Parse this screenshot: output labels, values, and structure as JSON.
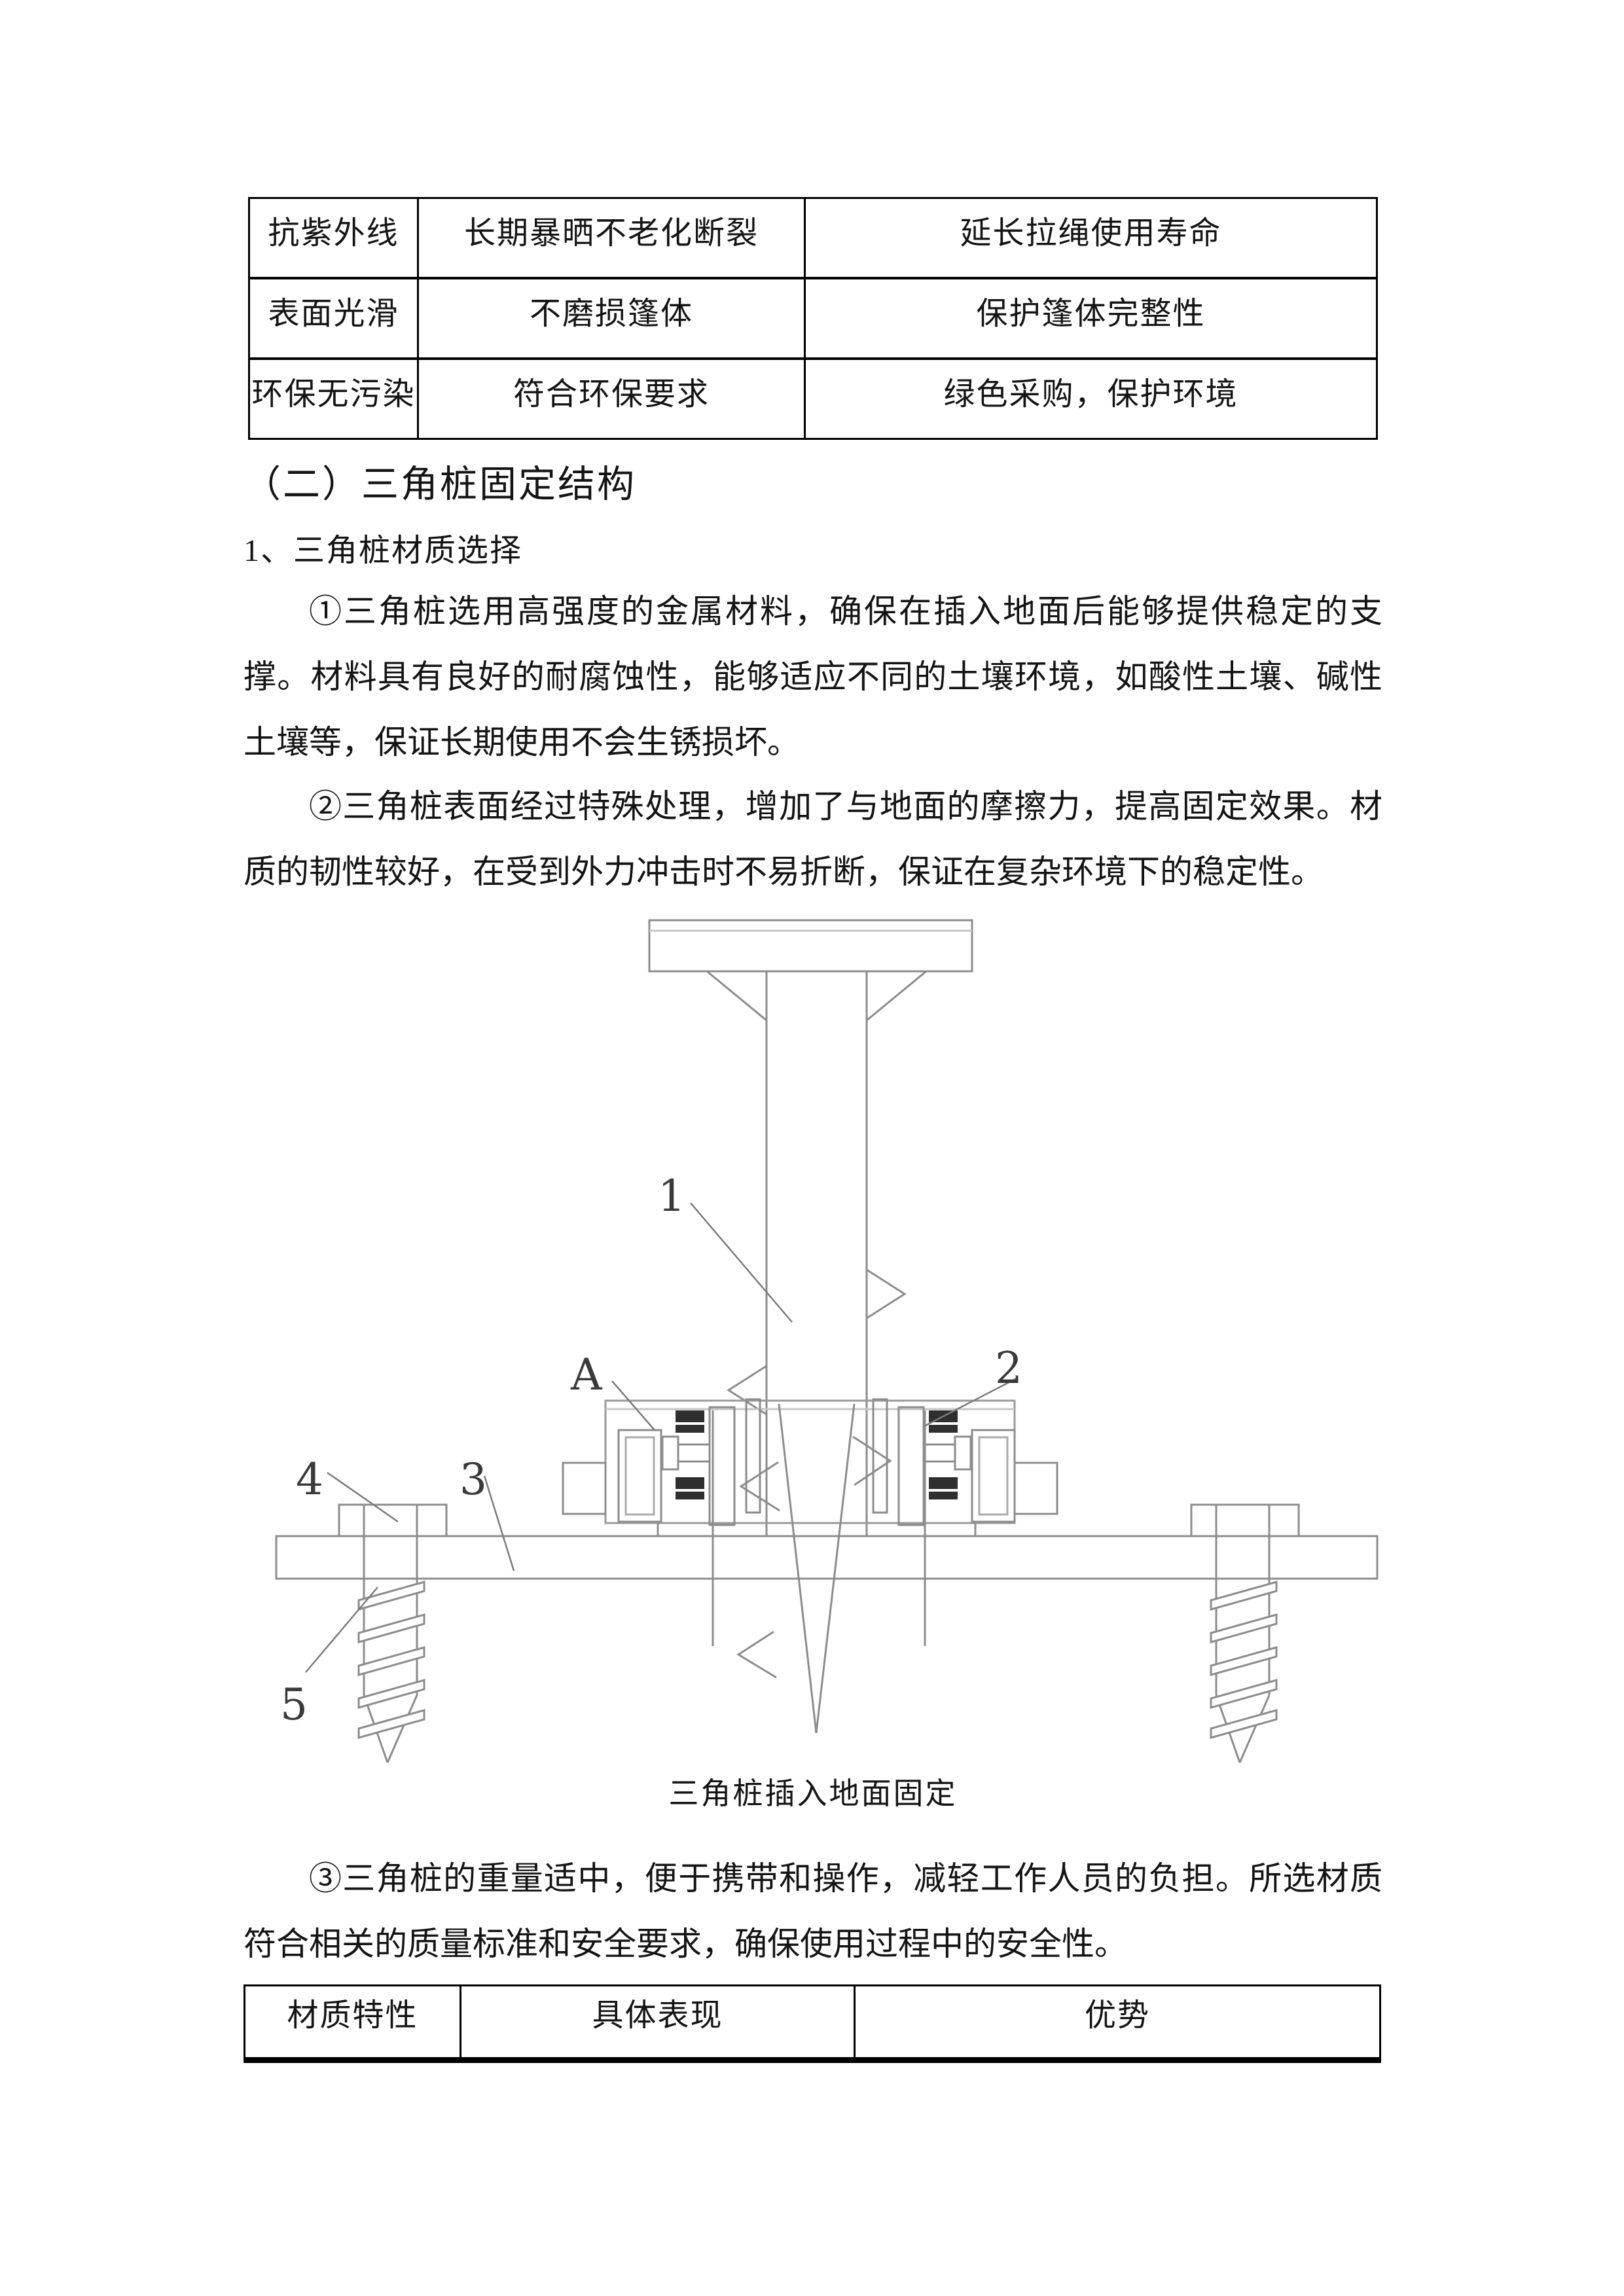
{
  "document": {
    "table_properties": {
      "rows": [
        [
          "抗紫外线",
          "长期暴晒不老化断裂",
          "延长拉绳使用寿命"
        ],
        [
          "表面光滑",
          "不磨损篷体",
          "保护篷体完整性"
        ],
        [
          "环保无污染",
          "符合环保要求",
          "绿色采购，保护环境"
        ]
      ]
    },
    "section_heading": "（二）三角桩固定结构",
    "subsection_heading": "1、三角桩材质选择",
    "paragraphs": {
      "p1": {
        "lines": [
          "①三角桩选用高强度的金属材料，确保在插入地面后能够提供稳定的支",
          "撑。材料具有良好的耐腐蚀性，能够适应不同的土壤环境，如酸性土壤、碱性",
          "土壤等，保证长期使用不会生锈损坏。"
        ]
      },
      "p2": {
        "lines": [
          "②三角桩表面经过特殊处理，增加了与地面的摩擦力，提高固定效果。材",
          "质的韧性较好，在受到外力冲击时不易折断，保证在复杂环境下的稳定性。"
        ]
      },
      "p3": {
        "lines": [
          "③三角桩的重量适中，便于携带和操作，减轻工作人员的负担。所选材质",
          "符合相关的质量标准和安全要求，确保使用过程中的安全性。"
        ]
      }
    },
    "figure": {
      "caption": "三角桩插入地面固定",
      "labels": {
        "part1": "1",
        "partA": "A",
        "part2": "2",
        "part3": "3",
        "part4": "4",
        "part5": "5"
      }
    },
    "table_material": {
      "headers": [
        "材质特性",
        "具体表现",
        "优势"
      ]
    }
  },
  "colors": {
    "text": "#141414",
    "table_border": "#000000",
    "figure_line": "#8c8c8c",
    "figure_label": "#3a3a3a"
  }
}
